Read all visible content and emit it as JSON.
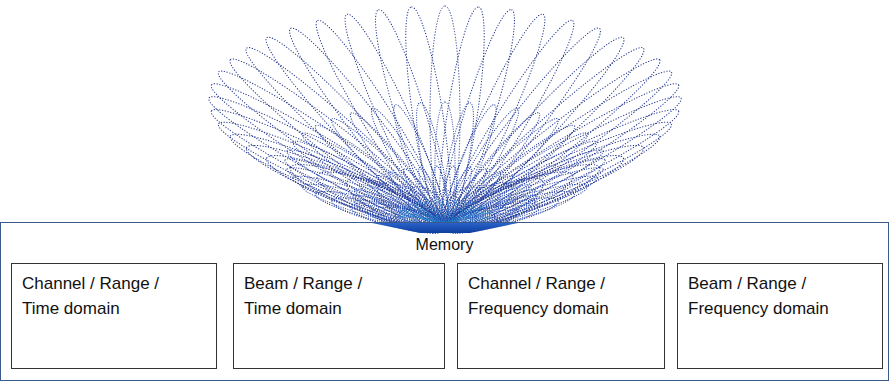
{
  "diagram": {
    "nodes": [
      {
        "text": [
          "Memory"
        ]
      },
      {
        "text": [
          "Channel / Range / Time domain"
        ],
        "in": 0
      },
      {
        "text": [
          "Beam / Range / Time domain"
        ],
        "in": 0
      },
      {
        "text": [
          "Channel / Range / Frequency domain"
        ],
        "in": 0
      },
      {
        "text": [
          "Beam / Range / Frequency domain"
        ],
        "in": 0
      }
    ]
  }
}
